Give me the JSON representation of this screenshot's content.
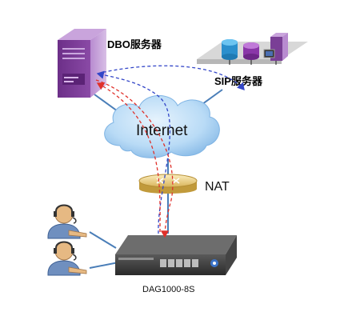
{
  "nodes": {
    "dbo_server": {
      "label": "DBO服务器"
    },
    "sip_server": {
      "label": "SIP服务器"
    },
    "internet": {
      "label": "Internet"
    },
    "nat": {
      "label": "NAT"
    },
    "gateway": {
      "label": "DAG1000-8S"
    }
  },
  "colors": {
    "link": "#4a7eb8",
    "signal_red": "#e0302a",
    "signal_blue": "#3346c8",
    "server_purple": "#7a3f96",
    "cloud_blue": "#a9cff0",
    "router_gold": "#d9b85a",
    "device_dark": "#3a3a3a"
  }
}
